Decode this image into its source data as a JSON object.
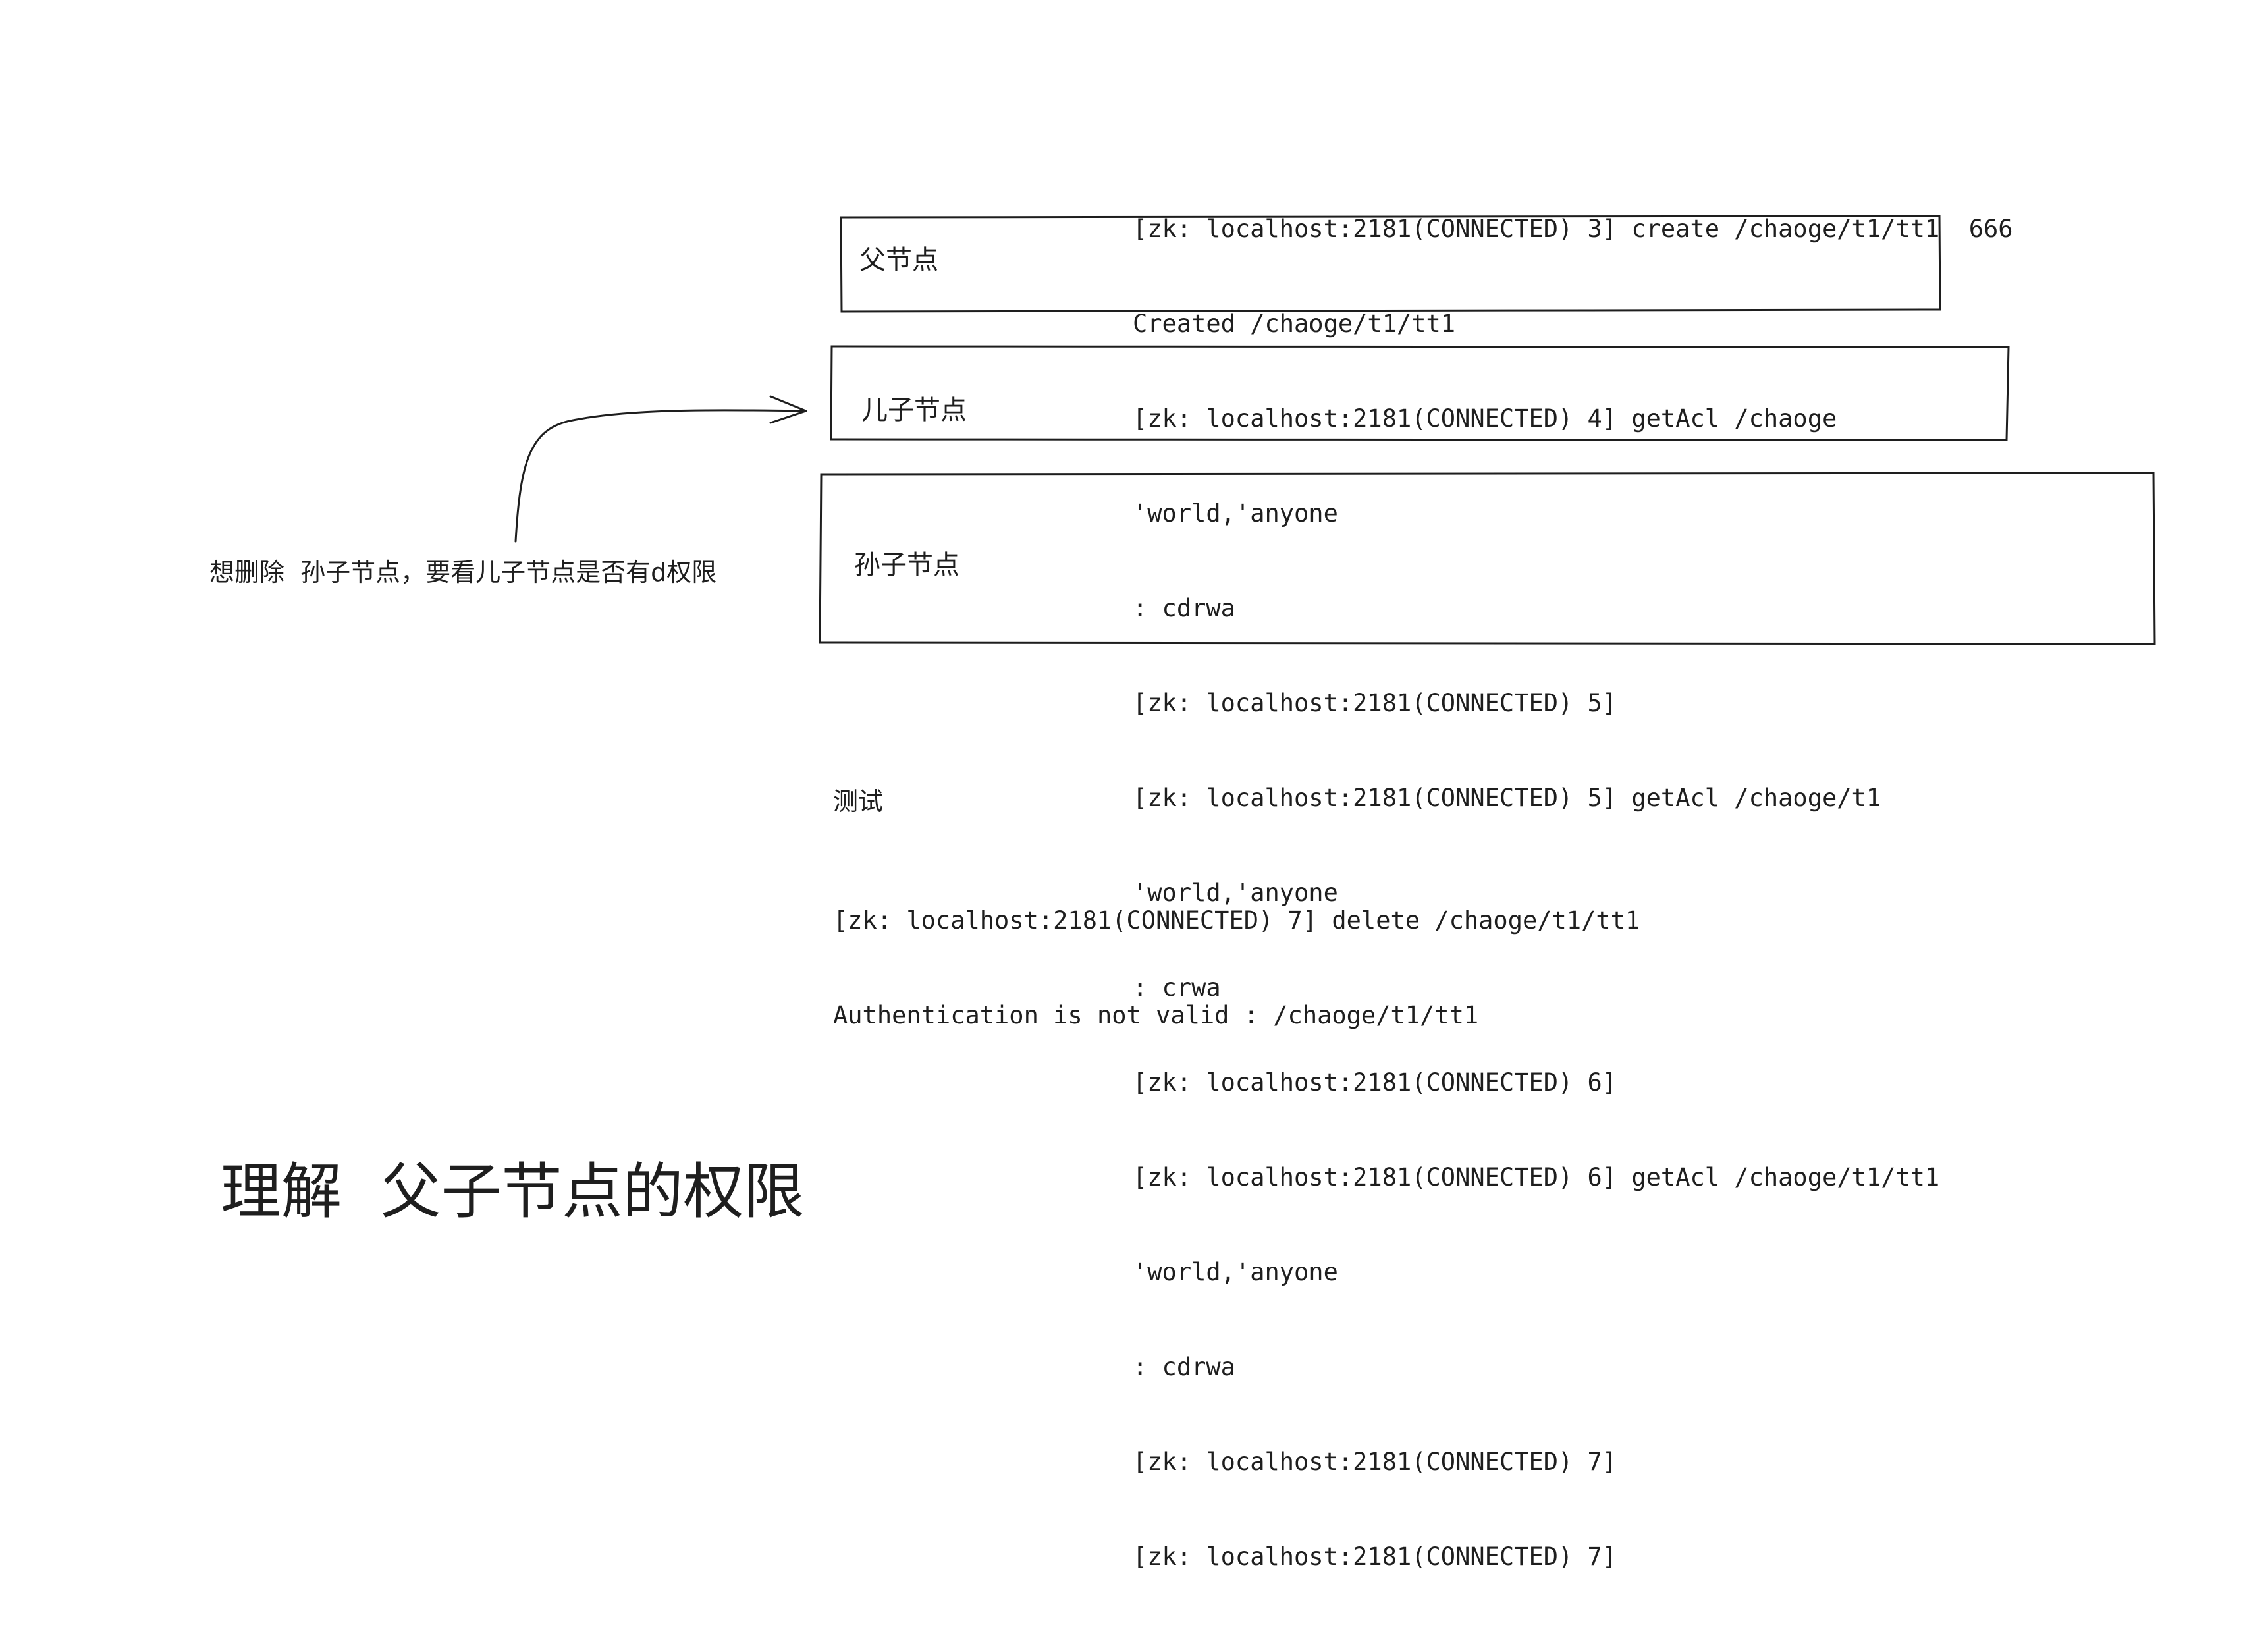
{
  "terminal_lines": [
    "[zk: localhost:2181(CONNECTED) 3] create /chaoge/t1/tt1  666",
    "Created /chaoge/t1/tt1",
    "[zk: localhost:2181(CONNECTED) 4] getAcl /chaoge",
    "'world,'anyone",
    ": cdrwa",
    "[zk: localhost:2181(CONNECTED) 5]",
    "[zk: localhost:2181(CONNECTED) 5] getAcl /chaoge/t1",
    "'world,'anyone",
    ": crwa",
    "[zk: localhost:2181(CONNECTED) 6]",
    "[zk: localhost:2181(CONNECTED) 6] getAcl /chaoge/t1/tt1",
    "'world,'anyone",
    ": cdrwa",
    "[zk: localhost:2181(CONNECTED) 7]",
    "[zk: localhost:2181(CONNECTED) 7]"
  ],
  "boxes": {
    "parent_label": "父节点",
    "child_label": "儿子节点",
    "grandchild_label": "孙子节点"
  },
  "annotation": "想删除  孙子节点，要看儿子节点是否有d权限",
  "test": {
    "heading": "测试",
    "lines": [
      "[zk: localhost:2181(CONNECTED) 7] delete /chaoge/t1/tt1",
      "Authentication is not valid : /chaoge/t1/tt1"
    ]
  },
  "title": "理解  父子节点的权限",
  "colors": {
    "ink": "#1e1e1e",
    "background": "#ffffff"
  }
}
